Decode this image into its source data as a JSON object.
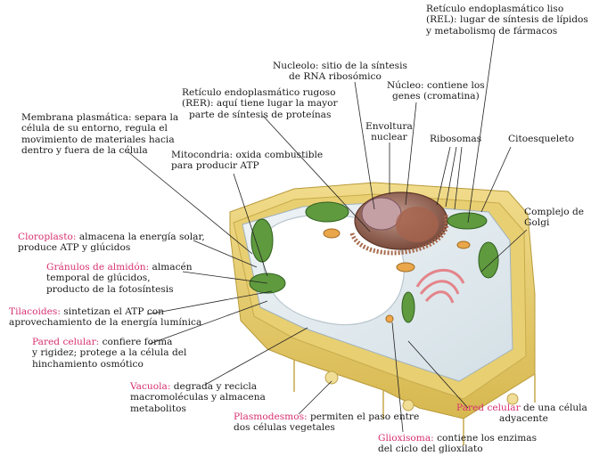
{
  "labels": {
    "rel": [
      "Retículo endoplasmático liso",
      "(REL): lugar de síntesis de lípidos",
      "y metabolismo de fármacos"
    ],
    "nucleolo": [
      "Nucleolo: sitio de la síntesis",
      "de RNA ribosómico"
    ],
    "nucleo": [
      "Núcleo: contiene los",
      "genes (cromatina)"
    ],
    "rer": [
      "Retículo endoplasmático rugoso",
      "(RER): aquí tiene lugar la mayor",
      "parte de síntesis de proteínas"
    ],
    "membrana": [
      "Membrana plasmática: separa la",
      "célula de su entorno, regula el",
      "movimiento de materiales hacia",
      "dentro y fuera de la célula"
    ],
    "envoltura": [
      "Envoltura",
      "nuclear"
    ],
    "ribosomas": "Ribosomas",
    "citoesqueleto": "Citoesqueleto",
    "mitocondria": [
      "Mitocondria: oxida combustible",
      "para producir ATP"
    ],
    "golgi": [
      "Complejo de",
      "Golgi"
    ],
    "cloroplasto": {
      "term": "Cloroplasto:",
      "text": " almacena la energía solar,",
      "line2": "produce ATP y glúcidos"
    },
    "almidon": {
      "term": "Gránulos de almidón:",
      "text": " almacén",
      "line2": "temporal de glúcidos,",
      "line3": "producto de la fotosíntesis"
    },
    "tilacoides": {
      "term": "Tilacoides:",
      "text": " sintetizan el ATP con",
      "line2": "aprovechamiento de la energía lumínica"
    },
    "pared": {
      "term": "Pared celular:",
      "text": " confiere forma",
      "line2": "y rigidez; protege a la célula del",
      "line3": "hinchamiento osmótico"
    },
    "vacuola": {
      "term": "Vacuola:",
      "text": " degrada y recicla",
      "line2": "macromoléculas y almacena",
      "line3": "metabolitos"
    },
    "pared_adyacente": {
      "term": "Pared celular",
      "text": " de una célula",
      "line2": "adyacente"
    },
    "plasmodesmos": {
      "term": "Plasmodesmos:",
      "text": " permiten el paso entre",
      "line2": "dos células vegetales"
    },
    "glioxisoma": {
      "term": "Glioxisoma:",
      "text": " contiene los enzimas",
      "line2": "del ciclo del glioxilato"
    }
  },
  "colors": {
    "highlight_term": "#d6306f",
    "cell_wall": "#e2c96a",
    "chloroplast": "#5f9a3e",
    "nucleus": "#8a5a4a",
    "vacuole": "#ffffff"
  }
}
